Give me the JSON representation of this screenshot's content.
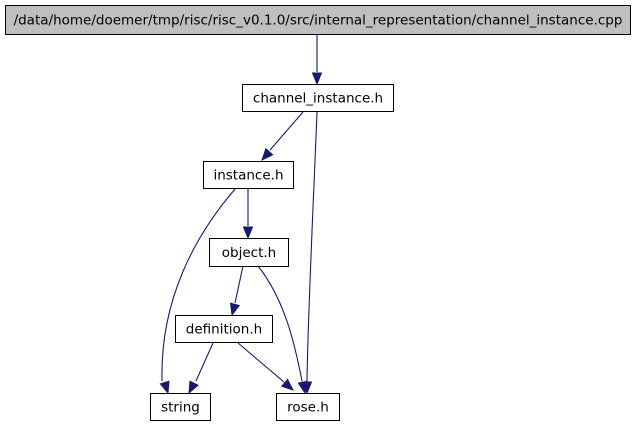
{
  "graph": {
    "colors": {
      "root_fill": "#bfbfbf",
      "node_fill": "#ffffff",
      "node_border": "#000000",
      "external_border": "#bfbfbf",
      "edge": "#191970"
    },
    "nodes": [
      {
        "id": "channel_instance_cpp",
        "label": "/data/home/doemer/tmp/risc/risc_v0.1.0/src/internal_representation/channel_instance.cpp",
        "kind": "root"
      },
      {
        "id": "channel_instance_h",
        "label": "channel_instance.h",
        "kind": "file"
      },
      {
        "id": "instance_h",
        "label": "instance.h",
        "kind": "file"
      },
      {
        "id": "object_h",
        "label": "object.h",
        "kind": "file"
      },
      {
        "id": "definition_h",
        "label": "definition.h",
        "kind": "file"
      },
      {
        "id": "string",
        "label": "string",
        "kind": "external"
      },
      {
        "id": "rose_h",
        "label": "rose.h",
        "kind": "external"
      }
    ],
    "edges": [
      {
        "from": "channel_instance_cpp",
        "to": "channel_instance_h"
      },
      {
        "from": "channel_instance_h",
        "to": "instance_h"
      },
      {
        "from": "channel_instance_h",
        "to": "rose_h"
      },
      {
        "from": "instance_h",
        "to": "object_h"
      },
      {
        "from": "instance_h",
        "to": "string"
      },
      {
        "from": "object_h",
        "to": "definition_h"
      },
      {
        "from": "object_h",
        "to": "rose_h"
      },
      {
        "from": "definition_h",
        "to": "string"
      },
      {
        "from": "definition_h",
        "to": "rose_h"
      }
    ]
  }
}
